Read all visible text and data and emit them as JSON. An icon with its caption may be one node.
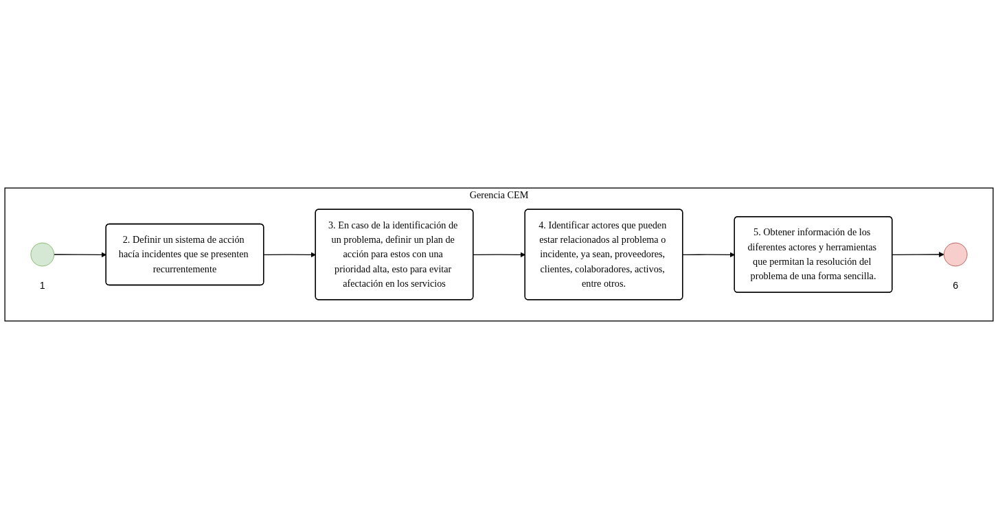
{
  "diagram": {
    "nodes": [
      {
        "text": [
          "Gerencia CEM"
        ]
      },
      {
        "text": [],
        "shape": "circle",
        "beside": [
          "1"
        ],
        "in": 0
      },
      {
        "text": [
          "2. Definir un sistema de acción hacía incidentes que se presenten recurrentemente"
        ],
        "in": 0
      },
      {
        "text": [
          "3. En caso de la identificación de un problema, definir un plan de acción para estos con una prioridad alta, esto para evitar afectación en los servicios"
        ],
        "in": 0
      },
      {
        "text": [
          "4. Identificar actores que pueden estar relacionados al problema o incidente, ya sean, proveedores, clientes, colaboradores, activos, entre otros."
        ],
        "in": 0
      },
      {
        "text": [
          "5. Obtener información de los diferentes actores y herramientas que permitan la resolución del problema de una forma sencilla."
        ],
        "in": 0
      },
      {
        "text": [],
        "shape": "circle",
        "beside": [
          "6"
        ],
        "in": 0
      }
    ],
    "edges": [
      {
        "from": 1,
        "to": 2,
        "arrow": "to"
      },
      {
        "from": 2,
        "to": 3,
        "arrow": "to"
      },
      {
        "from": 3,
        "to": 4,
        "arrow": "to"
      },
      {
        "from": 4,
        "to": 5,
        "arrow": "to"
      },
      {
        "from": 5,
        "to": 6,
        "arrow": "to"
      }
    ]
  }
}
